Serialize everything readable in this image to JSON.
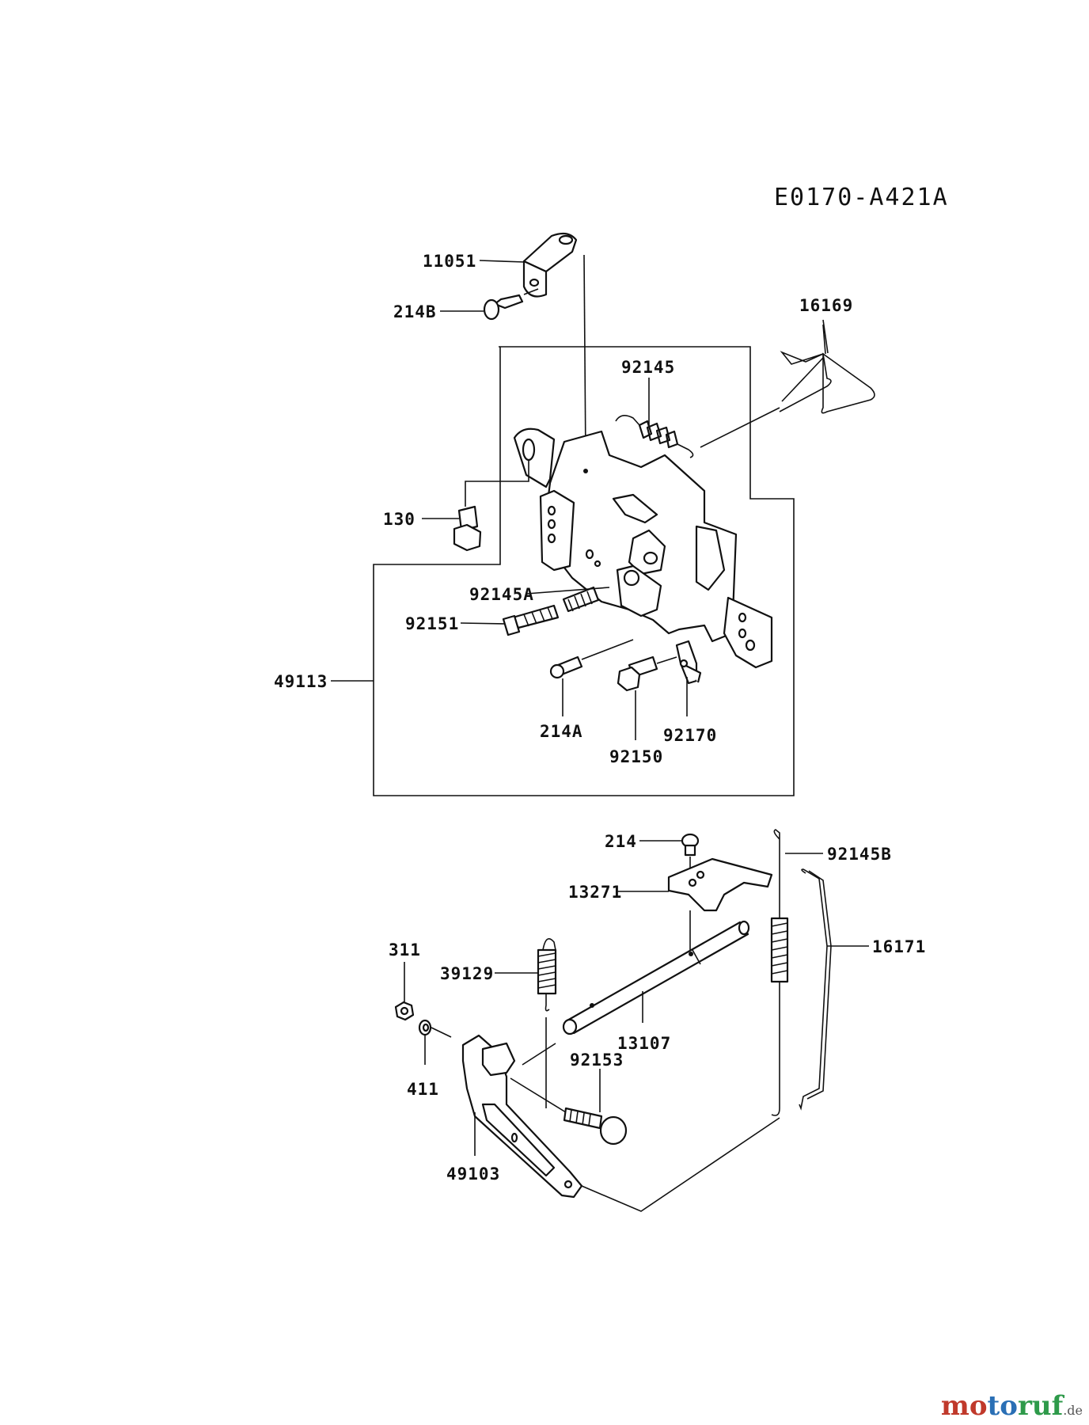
{
  "diagram_code": "E0170-A421A",
  "parts": {
    "p11051": "11051",
    "p214B": "214B",
    "p16169": "16169",
    "p92145": "92145",
    "p130": "130",
    "p92145A": "92145A",
    "p92151": "92151",
    "p49113": "49113",
    "p214A": "214A",
    "p92170": "92170",
    "p92150": "92150",
    "p214": "214",
    "p92145B": "92145B",
    "p13271": "13271",
    "p311": "311",
    "p39129": "39129",
    "p16171": "16171",
    "p13107": "13107",
    "p92153": "92153",
    "p411": "411",
    "p49103": "49103"
  },
  "watermark": {
    "part1": "mo",
    "part2": "to",
    "part3": "ruf",
    "suffix": ".de"
  }
}
